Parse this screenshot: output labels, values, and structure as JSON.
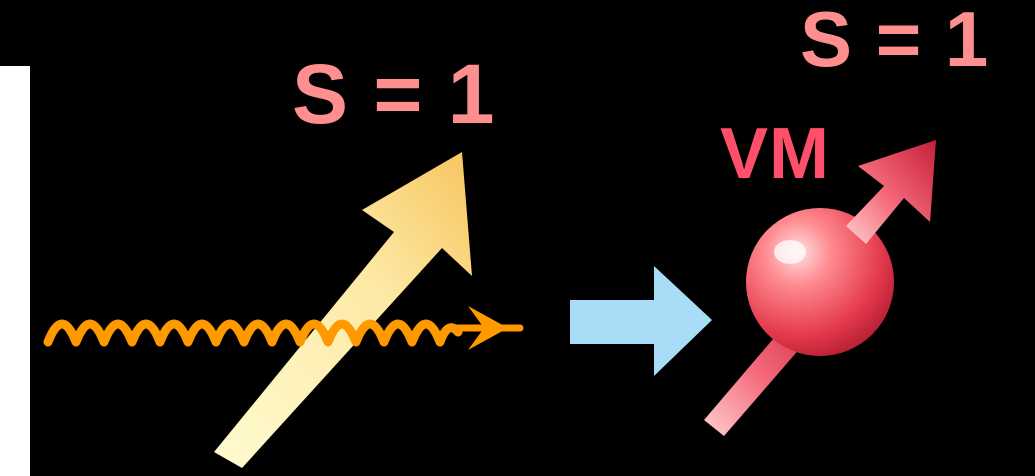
{
  "labels": {
    "photon_spin": "S = 1",
    "vector_meson_spin": "S = 1",
    "vector_meson": "VM"
  },
  "icons": {
    "photon": "wavy-photon-arrow-icon",
    "transition": "right-arrow-icon",
    "meson": "sphere-icon",
    "spin": "spin-arrow-icon"
  },
  "colors": {
    "background": "#000000",
    "panel": "#ffffff",
    "photon_wave": "#ff9900",
    "photon_spin_arrow_light": "#fffbd0",
    "photon_spin_arrow_dark": "#f7c55e",
    "transition_arrow": "#a8dcf7",
    "meson_sphere_light": "#ffe1e1",
    "meson_sphere_dark": "#d8283e",
    "meson_spin_arrow_light": "#ffc2c2",
    "meson_spin_arrow_dark": "#c4203a",
    "label_spin": "#ff8f8f",
    "label_vm": "#ff4f6a"
  }
}
